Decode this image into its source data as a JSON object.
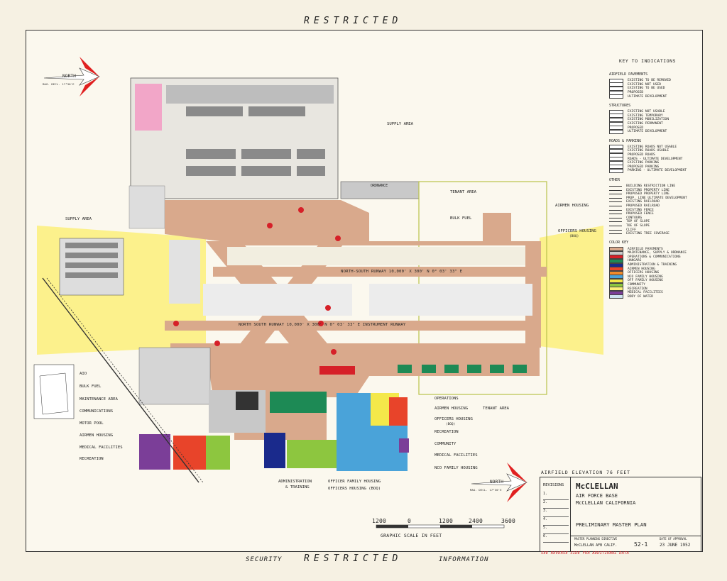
{
  "header": {
    "top_banner": "RESTRICTED",
    "bottom_banner": "RESTRICTED",
    "security_left": "SECURITY",
    "security_right": "INFORMATION"
  },
  "north": {
    "label": "NORTH",
    "declination": "MAG. DECL. 17°30'E"
  },
  "title_block": {
    "elevation": "AIRFIELD   ELEVATION   76  FEET",
    "revisions_label": "REVISIONS",
    "revision_lines": [
      "1.",
      "2.",
      "3.",
      "4.",
      "5.",
      "6."
    ],
    "base_name": "McCLELLAN",
    "subtitle": "AIR  FORCE  BASE",
    "location": "McCLELLAN  CALIFORNIA",
    "plan_name": "PRELIMINARY   MASTER   PLAN",
    "master_planning": "MASTER  PLANNING  DIRECTIVE",
    "date_label": "DATE OF APPROVAL",
    "office": "McCLELLAN AFB CALIF.",
    "directive": "52-1",
    "date": "23 JUNE 1952",
    "reverse_note": "SEE  REVERSE  SIDE  FOR  ADDITIONAL  DATA"
  },
  "scale": {
    "ticks": [
      "1200",
      "0",
      "1200",
      "2400",
      "3600"
    ],
    "caption": "GRAPHIC  SCALE  IN  FEET"
  },
  "runways": {
    "east": "NORTH-SOUTH RUNWAY   10,000' X 300'   N 0° 03' 33\" E",
    "west": "NORTH SOUTH RUNWAY   10,000' X 300'   N 0° 03' 33\" E   INSTRUMENT RUNWAY"
  },
  "area_labels": {
    "supply_top": "SUPPLY AREA",
    "ordnance": "ORDNANCE",
    "tenant_top": "TENANT AREA",
    "airmen_top": "AIRMEN HOUSING",
    "bulk_fuel_top": "BULK FUEL",
    "officers_top": "OFFICERS HOUSING",
    "officers_top_sub": "(BOQ)",
    "supply_left": "SUPPLY AREA",
    "aio": "AIO",
    "bulk_fuel_left": "BULK FUEL",
    "maintenance": "MAINTENANCE AREA",
    "communications": "COMMUNICATIONS",
    "motor_pool": "MOTOR POOL",
    "airmen_left": "AIRMEN HOUSING",
    "medical_left": "MEDICAL FACILITIES",
    "recreation_left": "RECREATION",
    "operations": "OPERATIONS",
    "airmen_mid": "AIRMEN HOUSING",
    "officers_mid": "OFFICERS HOUSING",
    "officers_mid_sub": "(BOQ)",
    "recreation_mid": "RECREATION",
    "tenant_mid": "TENANT AREA",
    "community": "COMMUNITY",
    "medical_mid": "MEDICAL FACILITIES",
    "nco": "NCO FAMILY HOUSING",
    "admin": "ADMINISTRATION",
    "admin2": "& TRAINING",
    "officer_family": "OFFICER FAMILY HOUSING",
    "officers_boq": "OFFICERS HOUSING (BOQ)"
  },
  "key": {
    "title": "KEY  TO  INDICATIONS",
    "airfield_heading": "AIRFIELD PAVEMENTS",
    "airfield": [
      "EXISTING TO BE REMOVED",
      "EXISTING NOT USED",
      "EXISTING TO BE USED",
      "PROPOSED",
      "ULTIMATE DEVELOPMENT"
    ],
    "structures_heading": "STRUCTURES",
    "structures": [
      "EXISTING NOT USABLE",
      "EXISTING TEMPORARY",
      "EXISTING MOBILIZATION",
      "EXISTING PERMANENT",
      "PROPOSED",
      "ULTIMATE DEVELOPMENT"
    ],
    "roads_heading": "ROADS & PARKING",
    "roads": [
      "EXISTING ROADS NOT USABLE",
      "EXISTING ROADS USABLE",
      "PROPOSED ROADS",
      "ROADS - ULTIMATE DEVELOPMENT",
      "EXISTING PARKING",
      "PROPOSED PARKING",
      "PARKING - ULTIMATE DEVELOPMENT"
    ],
    "other_heading": "OTHER",
    "other": [
      "BUILDING RESTRICTION LINE",
      "EXISTING PROPERTY LINE",
      "PROPOSED PROPERTY LINE",
      "PROP. LINE ULTIMATE DEVELOPMENT",
      "EXISTING RAILROAD",
      "PROPOSED RAILROAD",
      "EXISTING FENCE",
      "PROPOSED FENCE",
      "CONTOURS",
      "TOP OF SLOPE",
      "TOE OF SLOPE",
      "CLIFF",
      "EXISTING TREE COVERAGE"
    ],
    "color_heading": "COLOR  KEY",
    "colors": [
      {
        "label": "AIRFIELD PAVEMENTS",
        "color": "#d9a98c"
      },
      {
        "label": "MAINTENANCE, SUPPLY & ORDNANCE",
        "color": "#c9c9c9"
      },
      {
        "label": "OPERATIONS & COMMUNICATIONS",
        "color": "#d62028"
      },
      {
        "label": "HANGARS",
        "color": "#1d8a55"
      },
      {
        "label": "ADMINISTRATION & TRAINING",
        "color": "#1a2a8c"
      },
      {
        "label": "AIRMEN HOUSING",
        "color": "#e8442a"
      },
      {
        "label": "OFFICERS HOUSING",
        "color": "#f08a2a"
      },
      {
        "label": "NCO FAMILY HOUSING",
        "color": "#4aa3d9"
      },
      {
        "label": "OFF FAMILY HOUSING",
        "color": "#f4e84a"
      },
      {
        "label": "COMMUNITY",
        "color": "#8dc63f"
      },
      {
        "label": "RECREATION",
        "color": "#fbf07a"
      },
      {
        "label": "MEDICAL FACILITIES",
        "color": "#7b3e98"
      },
      {
        "label": "BODY OF WATER",
        "color": "#cfe4f0"
      }
    ]
  },
  "colors": {
    "pavement": "#d9a98c",
    "approach": "#fbf07a",
    "supply": "#c9c9c9",
    "hangar": "#1d8a55",
    "red": "#d62028",
    "north": "#e02020"
  }
}
